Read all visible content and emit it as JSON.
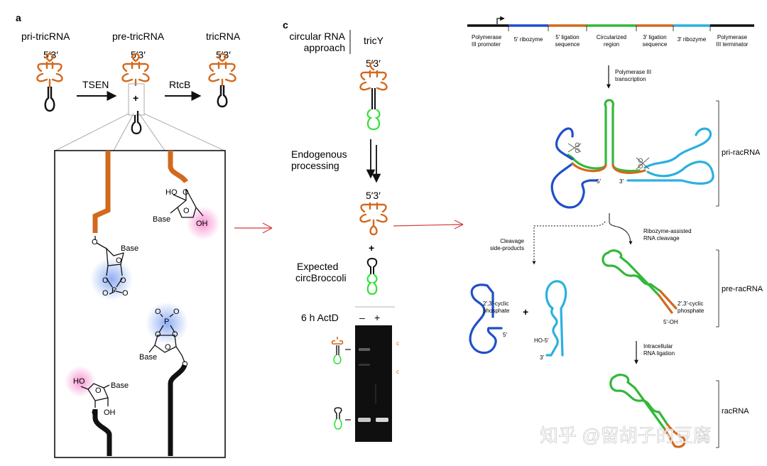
{
  "panel_a": {
    "label": "a",
    "pri_tricrna": "pri-tricRNA",
    "pre_tricrna": "pre-tricRNA",
    "tricrna": "tricRNA",
    "ends": "5′3′",
    "tsen": "TSEN",
    "rtcb": "RtcB",
    "plus": "+",
    "chem": {
      "ho": "HO",
      "o": "O",
      "base": "Base",
      "oh": "OH",
      "p": "P"
    }
  },
  "panel_c": {
    "label": "c",
    "approach": [
      "circular RNA",
      "approach"
    ],
    "tricy": "tricY",
    "ends": "5′3′",
    "endogenous": [
      "Endogenous",
      "processing"
    ],
    "plus": "+",
    "expected": [
      "Expected",
      "circBroccoli"
    ],
    "actd": "6 h ActD",
    "minus": "–",
    "plus_lane": "+"
  },
  "panel_right": {
    "construct": [
      "Polymerase III promoter",
      "5′ ribozyme",
      "5′ ligation sequence",
      "Circularized region",
      "3′ ligation sequence",
      "3′ ribozyme",
      "Polymerase III terminator"
    ],
    "pol3_transcription": [
      "Polymerase III",
      "transcription"
    ],
    "pri_racrna": "pri-racRNA",
    "five_prime": "5′",
    "three_prime": "3′",
    "cleavage_side": [
      "Cleavage",
      "side-products"
    ],
    "ribozyme_cleavage": [
      "Ribozyme-assisted",
      "RNA cleavage"
    ],
    "cyclic_phosphate": [
      "2′,3′-cyclic",
      "phosphate"
    ],
    "plus": "+",
    "ho5": "HO-5′",
    "pre_racrna": "pre-racRNA",
    "five_oh": "5′-OH",
    "ligation": [
      "Intracellular",
      "RNA ligation"
    ],
    "racrna": "racRNA"
  },
  "watermark": "知乎 @留胡子的豆腐",
  "colors": {
    "orange": "#d2691e",
    "blue": "#1f4fc8",
    "green": "#33b83a",
    "cyan": "#2ab0e0",
    "pink_glow": "#f472c4",
    "blue_glow": "#6b93ef",
    "red_arrow": "#d63a3a"
  }
}
